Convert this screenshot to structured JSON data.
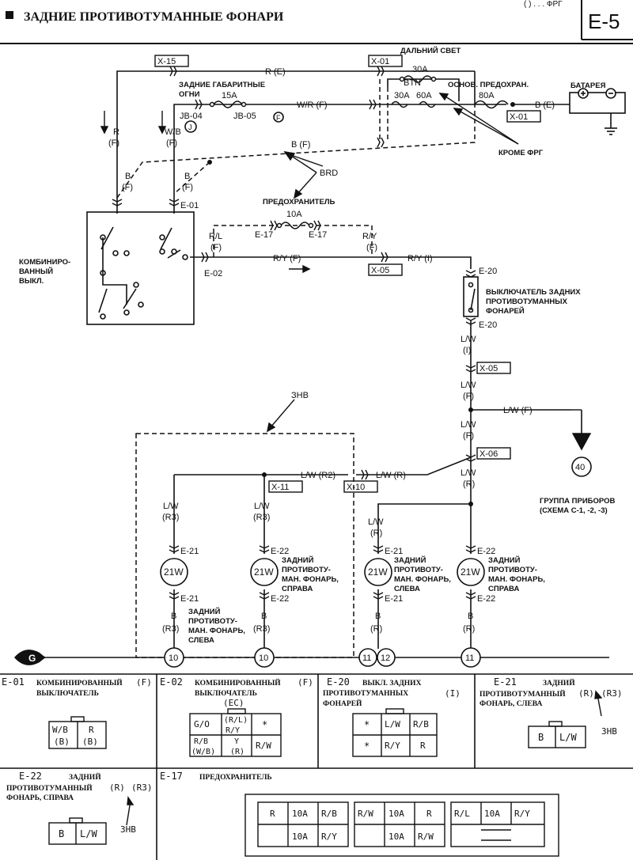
{
  "header": {
    "title": "ЗАДНИЕ ПРОТИВОТУМАННЫЕ ФОНАРИ",
    "note": "( ) . . . ФРГ",
    "section": "E-5"
  },
  "labels": {
    "x15": "X-15",
    "x01a": "X-01",
    "x01b": "X-01",
    "x05a": "X-05",
    "x05b": "X-05",
    "x06": "X-06",
    "x10": "X-10",
    "x11": "X-11",
    "re": "R (E)",
    "wrf": "W/R (F)",
    "bf": "B (F)",
    "be": "B (E)",
    "dal_title": "ДАЛЬНИЙ СВЕТ",
    "f30a": "30A",
    "btn": "BTN",
    "f30a2": "30A",
    "f60a": "60A",
    "osn": "ОСНОВ. ПРЕДОХРАН.",
    "f80a": "80A",
    "battery": "БАТАРЕЯ",
    "kromefrg": "КРОМЕ ФРГ",
    "gab1": "ЗАДНИЕ ГАБАРИТНЫЕ",
    "gab2": "ОГНИ",
    "f15a": "15A",
    "jb04": "JB-04",
    "jb05": "JB-05",
    "jcirc": "J",
    "fcirc": "F",
    "r_lbl": "R",
    "f_lbl1": "(F)",
    "wb_lbl": "W/B",
    "f_lbl2": "(F)",
    "b_lbl1": "B",
    "f_lbl3": "(F)",
    "b_lbl2": "B",
    "f_lbl4": "(F)",
    "brd": "BRD",
    "e01": "E-01",
    "pred_title": "ПРЕДОХРАНИТЕЛЬ",
    "f10a": "10A",
    "e17a": "E-17",
    "e17b": "E-17",
    "rl_lbl": "R/L",
    "f_lbl5": "(F)",
    "ry_lbl": "R/Y",
    "f_lbl6": "(F)",
    "ryf": "R/Y (F)",
    "ryi": "R/Y (I)",
    "e02": "E-02",
    "komb1": "КОМБИНИРО-",
    "komb2": "ВАННЫЙ",
    "komb3": "ВЫКЛ.",
    "e20a": "E-20",
    "e20b": "E-20",
    "vykl1": "ВЫКЛЮЧАТЕЛЬ ЗАДНИХ",
    "vykl2": "ПРОТИВОТУМАННЫХ",
    "vykl3": "ФОНАРЕЙ",
    "lw1": "L/W",
    "i1": "(I)",
    "lw2": "L/W",
    "f7": "(F)",
    "lwf": "L/W (F)",
    "lw3": "L/W",
    "f8": "(F)",
    "lw4": "L/W",
    "r4": "(R)",
    "c40": "40",
    "grp1": "ГРУППА ПРИБОРОВ",
    "grp2": "(СХЕМА C-1, -2, -3)",
    "zhv": "ЗНВ",
    "lwr2": "L/W (R2)",
    "lwr": "L/W (R)",
    "lw5": "L/W",
    "r3a": "(R3)",
    "lw6": "L/W",
    "r3b": "(R3)",
    "lw7": "L/W",
    "r7": "(R)",
    "e21a": "E-21",
    "e21b": "E-21",
    "e22a": "E-22",
    "e22b": "E-22",
    "e21c": "E-21",
    "e21d": "E-21",
    "e22c": "E-22",
    "e22d": "E-22",
    "w21a": "21W",
    "w21b": "21W",
    "w21c": "21W",
    "w21d": "21W",
    "zl1": "ЗАДНИЙ",
    "zl2": "ПРОТИВОТУ-",
    "zl3": "МАН. ФОНАРЬ,",
    "zl4": "СЛЕВА",
    "zr1": "ЗАДНИЙ",
    "zr2": "ПРОТИВОТУ-",
    "zr3": "МАН. ФОНАРЬ,",
    "zr4": "СПРАВА",
    "zl5": "ЗАДНИЙ",
    "zl6": "ПРОТИВОТУ-",
    "zl7": "МАН. ФОНАРЬ,",
    "zl8": "СЛЕВА",
    "zr5": "ЗАДНИЙ",
    "zr6": "ПРОТИВОТУ-",
    "zr7": "МАН. ФОНАРЬ,",
    "zr8": "СПРАВА",
    "b3": "B",
    "r3c": "(R3)",
    "b4": "B",
    "r3d": "(R3)",
    "b5": "B",
    "r5": "(R)",
    "b6": "B",
    "r6": "(R)",
    "g10a": "10",
    "g10b": "10",
    "g11a": "11",
    "g12": "12",
    "g11b": "11",
    "gsym": "G"
  },
  "connectors": {
    "e01": {
      "code": "E-01",
      "title1": "КОМБИНИРОВАННЫЙ",
      "title2": "ВЫКЛЮЧАТЕЛЬ",
      "mark": "(F)",
      "pins": [
        "W/B",
        "(B)",
        "R",
        "(B)"
      ]
    },
    "e02": {
      "code": "E-02",
      "title1": "КОМБИНИРОВАННЫЙ",
      "title2": "ВЫКЛЮЧАТЕЛЬ",
      "mark": "(F)",
      "sub": "(EC)",
      "pins": [
        "G/O",
        "(R/L)",
        "R/Y",
        "*",
        "R/B",
        "(W/B)",
        "Y",
        "(R)",
        "R/W"
      ]
    },
    "e20": {
      "code": "E-20",
      "title1": "ВЫКЛ. ЗАДНИХ",
      "title2": "ПРОТИВОТУМАННЫХ",
      "title3": "ФОНАРЕЙ",
      "mark": "(I)",
      "pins": [
        "*",
        "L/W",
        "R/B",
        "*",
        "R/Y",
        "R"
      ]
    },
    "e21": {
      "code": "E-21",
      "title1": "ЗАДНИЙ",
      "title2": "ПРОТИВОТУМАННЫЙ",
      "title3": "ФОНАРЬ, СЛЕВА",
      "mark1": "(R)",
      "mark2": "(R3)",
      "pins": [
        "B",
        "L/W"
      ],
      "zhv": "ЗНВ"
    },
    "e22": {
      "code": "E-22",
      "title1": "ЗАДНИЙ",
      "title2": "ПРОТИВОТУМАННЫЙ",
      "title3": "ФОНАРЬ, СПРАВА",
      "mark1": "(R)",
      "mark2": "(R3)",
      "pins": [
        "B",
        "L/W"
      ],
      "zhv": "ЗНВ"
    },
    "e17": {
      "code": "E-17",
      "title": "ПРЕДОХРАНИТЕЛЬ",
      "pins": [
        "R",
        "10A",
        "R/B",
        "R/W",
        "10A",
        "R",
        "R/L",
        "10A",
        "R/Y",
        "10A",
        "R/Y",
        "10A",
        "R/W"
      ]
    }
  }
}
